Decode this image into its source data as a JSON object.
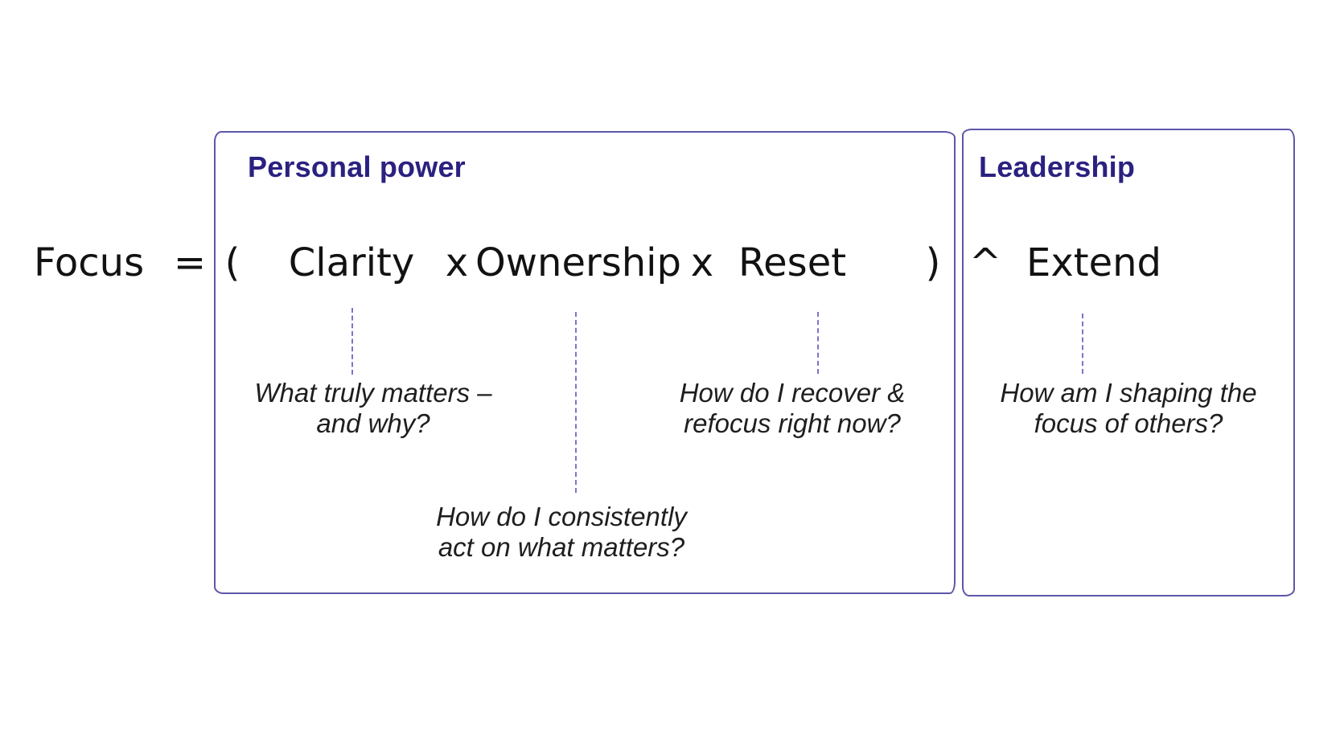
{
  "colors": {
    "background": "#ffffff",
    "box_border": "#5d57a9",
    "title": "#2a2180",
    "ink": "#121212",
    "dashed_line": "#7b74c9",
    "annotation": "#1e1e1e"
  },
  "boxes": {
    "personal_power": {
      "label": "Personal power"
    },
    "leadership": {
      "label": "Leadership"
    }
  },
  "formula": {
    "lhs": "Focus",
    "equals": "=",
    "open_paren": "(",
    "terms": {
      "clarity": "Clarity",
      "ownership": "Ownership",
      "reset": "Reset",
      "extend": "Extend"
    },
    "multiply_1": "x",
    "multiply_2": "x",
    "close_paren": ")",
    "caret": "^"
  },
  "annotations": {
    "clarity": "What truly matters –\nand why?",
    "ownership": "How do I consistently\nact on what matters?",
    "reset": "How do I recover &\nrefocus right now?",
    "extend": "How am I shaping the\nfocus of others?"
  }
}
